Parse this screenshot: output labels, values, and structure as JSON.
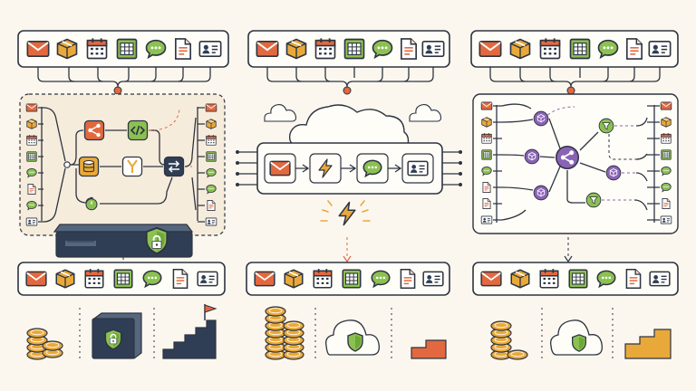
{
  "columns": [
    {
      "id": "self-hosted",
      "source_icons": [
        "email-icon",
        "package-icon",
        "calendar-icon",
        "spreadsheet-icon",
        "chat-icon",
        "document-icon",
        "contact-card-icon"
      ],
      "target_icons": [
        "email-icon",
        "package-icon",
        "calendar-icon",
        "spreadsheet-icon",
        "chat-icon",
        "document-icon",
        "contact-card-icon"
      ],
      "center_icons": [
        "share-icon",
        "code-icon",
        "database-icon",
        "merge-icon",
        "switch-icon",
        "timer-icon"
      ],
      "bottom_icons": [
        "coin-stack-icon",
        "secure-server-icon",
        "staircase-flag-icon"
      ]
    },
    {
      "id": "cloud",
      "source_icons": [
        "email-icon",
        "package-icon",
        "calendar-icon",
        "spreadsheet-icon",
        "chat-icon",
        "document-icon",
        "contact-card-icon"
      ],
      "target_icons": [
        "email-icon",
        "package-icon",
        "calendar-icon",
        "spreadsheet-icon",
        "chat-icon",
        "document-icon",
        "contact-card-icon"
      ],
      "center_icons": [
        "email-icon",
        "lightning-icon",
        "chat-icon",
        "contact-card-icon"
      ],
      "bottom_icons": [
        "coin-stack-icon",
        "cloud-shield-icon",
        "step-icon"
      ]
    },
    {
      "id": "hub",
      "source_icons": [
        "email-icon",
        "package-icon",
        "calendar-icon",
        "spreadsheet-icon",
        "chat-icon",
        "document-icon",
        "contact-card-icon"
      ],
      "target_icons": [
        "email-icon",
        "package-icon",
        "calendar-icon",
        "spreadsheet-icon",
        "chat-icon",
        "document-icon",
        "contact-card-icon"
      ],
      "center_icons": [
        "hub-icon",
        "cube-icon",
        "filter-icon"
      ],
      "bottom_icons": [
        "coin-stack-icon",
        "cloud-shield-icon",
        "staircase-icon"
      ]
    }
  ],
  "colors": {
    "ink": "#2e3440",
    "orange": "#e2693f",
    "gold": "#e9a93a",
    "green": "#8cc152",
    "purple": "#8a63b5",
    "navy": "#2f3e55",
    "paper": "#fbf7ef"
  }
}
